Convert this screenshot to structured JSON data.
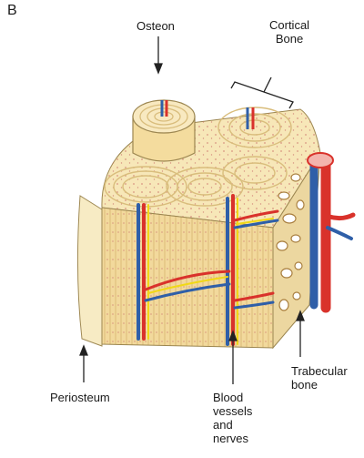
{
  "panel_letter": "B",
  "labels": {
    "osteon": "Osteon",
    "cortical_bone": [
      "Cortical",
      "Bone"
    ],
    "periosteum": "Periosteum",
    "blood_vessels": [
      "Blood",
      "vessels",
      "and",
      "nerves"
    ],
    "trabecular_bone": [
      "Trabecular",
      "bone"
    ]
  },
  "colors": {
    "lamella": "#f6e4b0",
    "lamella_line": "#d9bd7c",
    "vertical_face": "#f2d99c",
    "artery": "#d9322b",
    "vein": "#2f5fa8",
    "nerve": "#f1d816",
    "trabecular": "#c9a56a"
  }
}
